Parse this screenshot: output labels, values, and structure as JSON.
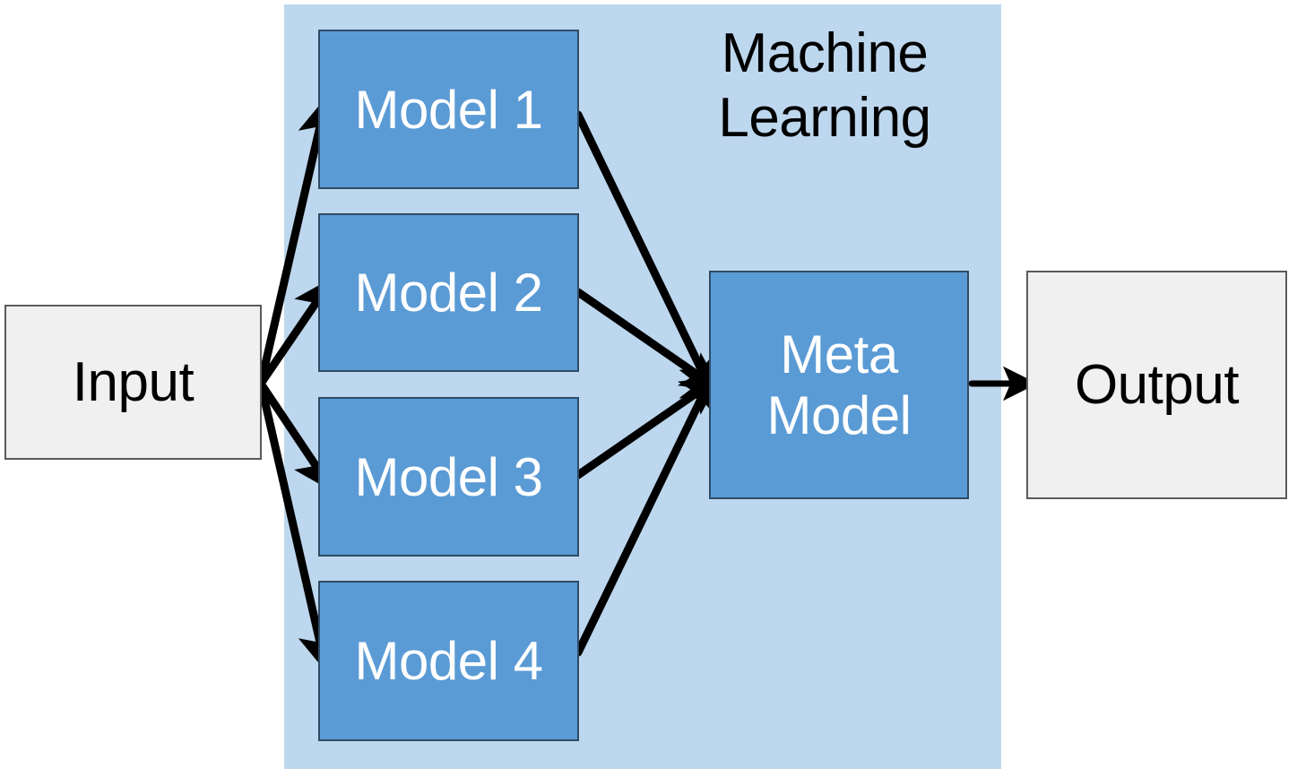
{
  "diagram": {
    "title_region": {
      "label": "Machine\nLearning",
      "background_color": "#bdd7ee"
    },
    "nodes": {
      "input": {
        "label": "Input",
        "fill": "#f0f0f0",
        "border": "#5a5a5a",
        "text_color": "#000000"
      },
      "output": {
        "label": "Output",
        "fill": "#f0f0f0",
        "border": "#5a5a5a",
        "text_color": "#000000"
      },
      "meta_model": {
        "label": "Meta\nModel",
        "fill": "#5b9bd5",
        "border": "#2e4b66",
        "text_color": "#ffffff"
      },
      "models": [
        {
          "label": "Model 1",
          "fill": "#5b9bd5",
          "border": "#2e4b66",
          "text_color": "#ffffff"
        },
        {
          "label": "Model 2",
          "fill": "#5b9bd5",
          "border": "#2e4b66",
          "text_color": "#ffffff"
        },
        {
          "label": "Model 3",
          "fill": "#5b9bd5",
          "border": "#2e4b66",
          "text_color": "#ffffff"
        },
        {
          "label": "Model 4",
          "fill": "#5b9bd5",
          "border": "#2e4b66",
          "text_color": "#ffffff"
        }
      ]
    },
    "edges": {
      "stroke_color": "#000000",
      "fan_out_from_input": [
        {
          "from": "input",
          "to": "Model 1"
        },
        {
          "from": "input",
          "to": "Model 2"
        },
        {
          "from": "input",
          "to": "Model 3"
        },
        {
          "from": "input",
          "to": "Model 4"
        }
      ],
      "fan_in_to_meta_model": [
        {
          "from": "Model 1",
          "to": "meta_model"
        },
        {
          "from": "Model 2",
          "to": "meta_model"
        },
        {
          "from": "Model 3",
          "to": "meta_model"
        },
        {
          "from": "Model 4",
          "to": "meta_model"
        }
      ],
      "meta_to_output": {
        "from": "meta_model",
        "to": "output"
      }
    }
  }
}
